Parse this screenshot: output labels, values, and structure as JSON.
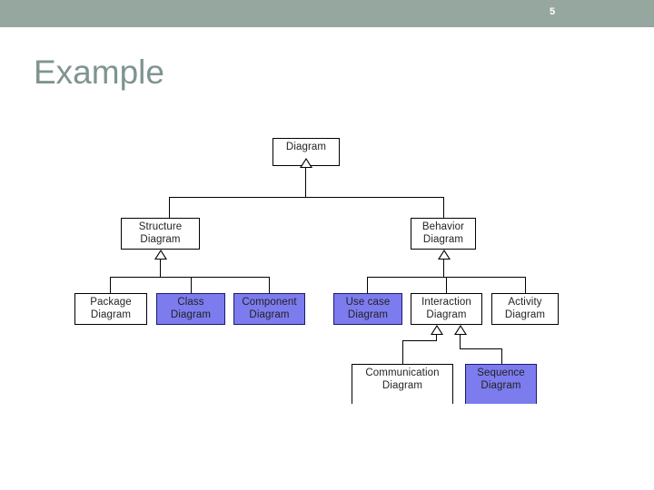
{
  "header": {
    "page_number": "5",
    "bar_color": "#95a79e"
  },
  "title": "Example",
  "theme": {
    "accent_color": "#7f9490",
    "node_fill_highlight": "#7c7cee",
    "node_fill_plain": "#ffffff",
    "node_border": "#000000",
    "page_background": "#ffffff"
  },
  "chart_data": {
    "type": "diagram",
    "diagram_kind": "uml-class-hierarchy",
    "relationship": "generalization",
    "title": "UML Diagram Taxonomy",
    "nodes": [
      {
        "id": "diagram",
        "line1": "Diagram",
        "line2": "",
        "highlighted": false,
        "level": 0
      },
      {
        "id": "structure",
        "line1": "Structure",
        "line2": "Diagram",
        "highlighted": false,
        "level": 1
      },
      {
        "id": "behavior",
        "line1": "Behavior",
        "line2": "Diagram",
        "highlighted": false,
        "level": 1
      },
      {
        "id": "package",
        "line1": "Package",
        "line2": "Diagram",
        "highlighted": false,
        "level": 2
      },
      {
        "id": "class",
        "line1": "Class",
        "line2": "Diagram",
        "highlighted": true,
        "level": 2
      },
      {
        "id": "component",
        "line1": "Component",
        "line2": "Diagram",
        "highlighted": true,
        "level": 2
      },
      {
        "id": "usecase",
        "line1": "Use case",
        "line2": "Diagram",
        "highlighted": true,
        "level": 2
      },
      {
        "id": "interaction",
        "line1": "Interaction",
        "line2": "Diagram",
        "highlighted": false,
        "level": 2
      },
      {
        "id": "activity",
        "line1": "Activity",
        "line2": "Diagram",
        "highlighted": false,
        "level": 2
      },
      {
        "id": "communication",
        "line1": "Communication",
        "line2": "Diagram",
        "highlighted": false,
        "level": 3
      },
      {
        "id": "sequence",
        "line1": "Sequence",
        "line2": "Diagram",
        "highlighted": true,
        "level": 3
      }
    ],
    "edges": [
      {
        "parent": "diagram",
        "child": "structure"
      },
      {
        "parent": "diagram",
        "child": "behavior"
      },
      {
        "parent": "structure",
        "child": "package"
      },
      {
        "parent": "structure",
        "child": "class"
      },
      {
        "parent": "structure",
        "child": "component"
      },
      {
        "parent": "behavior",
        "child": "usecase"
      },
      {
        "parent": "behavior",
        "child": "interaction"
      },
      {
        "parent": "behavior",
        "child": "activity"
      },
      {
        "parent": "interaction",
        "child": "communication"
      },
      {
        "parent": "interaction",
        "child": "sequence"
      }
    ]
  }
}
